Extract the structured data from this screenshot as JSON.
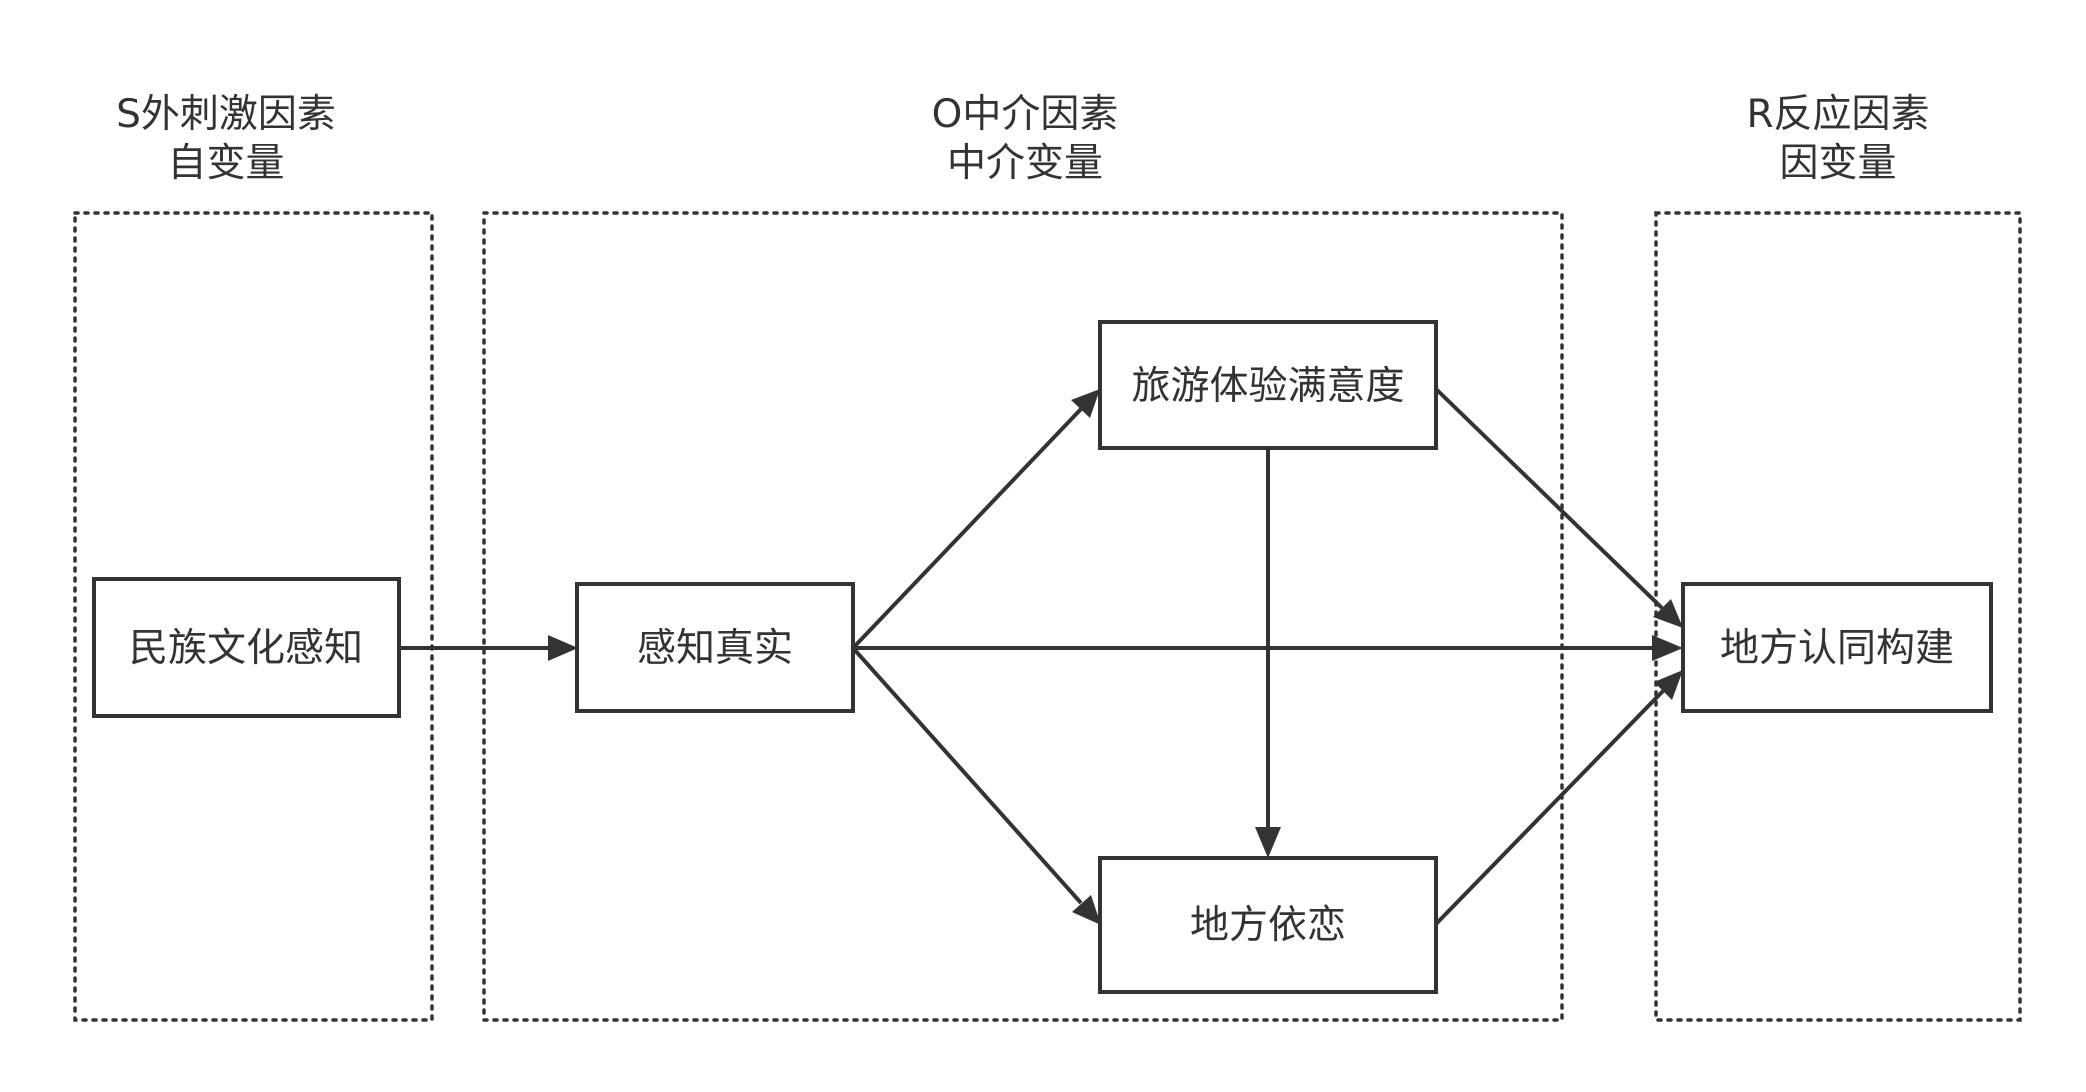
{
  "groups": [
    {
      "id": "s",
      "title": "S外刺激因素",
      "subtitle": "自变量"
    },
    {
      "id": "o",
      "title": "O中介因素",
      "subtitle": "中介变量"
    },
    {
      "id": "r",
      "title": "R反应因素",
      "subtitle": "因变量"
    }
  ],
  "nodes": [
    {
      "id": "minzu",
      "label": "民族文化感知",
      "group": "s"
    },
    {
      "id": "ganzhi",
      "label": "感知真实",
      "group": "o"
    },
    {
      "id": "lvyou",
      "label": "旅游体验满意度",
      "group": "o"
    },
    {
      "id": "yilian",
      "label": "地方依恋",
      "group": "o"
    },
    {
      "id": "rentong",
      "label": "地方认同构建",
      "group": "r"
    }
  ],
  "edges": [
    {
      "from": "minzu",
      "to": "ganzhi"
    },
    {
      "from": "ganzhi",
      "to": "lvyou"
    },
    {
      "from": "ganzhi",
      "to": "rentong"
    },
    {
      "from": "ganzhi",
      "to": "yilian"
    },
    {
      "from": "lvyou",
      "to": "yilian"
    },
    {
      "from": "lvyou",
      "to": "rentong"
    },
    {
      "from": "yilian",
      "to": "rentong"
    }
  ],
  "colors": {
    "stroke": "#333333",
    "text": "#333333",
    "background": "#ffffff"
  }
}
